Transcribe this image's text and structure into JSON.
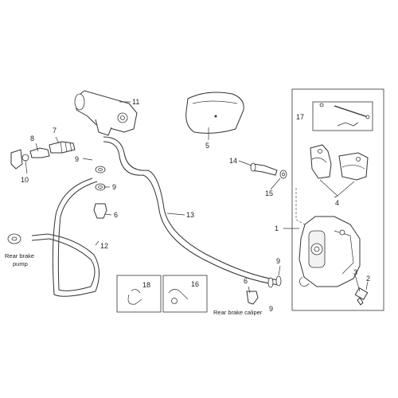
{
  "labels": {
    "p1": "1",
    "p2": "2",
    "p3": "3",
    "p4": "4",
    "p5": "5",
    "p6a": "6",
    "p6b": "6",
    "p7": "7",
    "p8": "8",
    "p9a": "9",
    "p9b": "9",
    "p9c": "9",
    "p9d": "9",
    "p10": "10",
    "p11": "11",
    "p12": "12",
    "p13": "13",
    "p14": "14",
    "p15": "15",
    "p16": "16",
    "p17": "17",
    "p18": "18"
  },
  "captions": {
    "rear_brake_pump_line1": "Rear brake",
    "rear_brake_pump_line2": "pump",
    "rear_brake_caliper": "Rear brake caliper"
  }
}
